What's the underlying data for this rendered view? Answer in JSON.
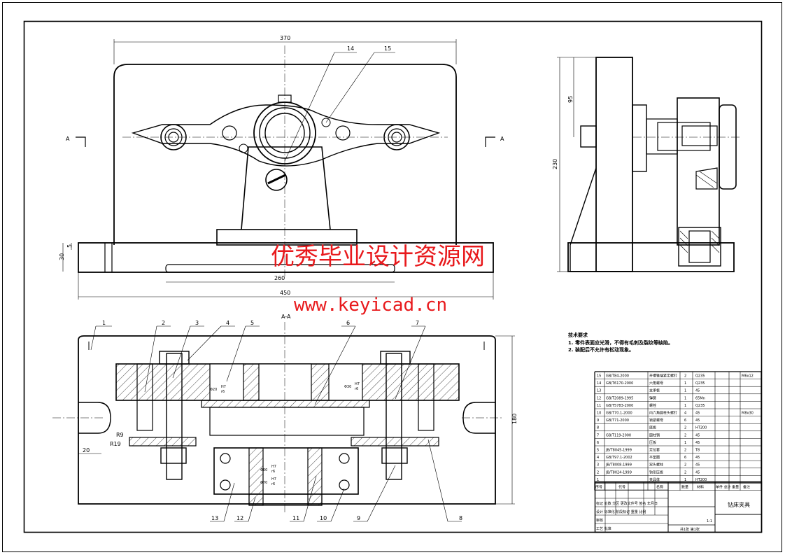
{
  "views": {
    "front": {
      "dims": {
        "overall_width": "370",
        "base_width": "450",
        "slot": "260",
        "height_a": "5",
        "height_b": "30"
      },
      "section_mark": "A"
    },
    "side": {
      "dims": {
        "height": "230",
        "upper": "95"
      }
    },
    "section": {
      "title": "A-A",
      "dims": {
        "height": "180",
        "edge": "20",
        "r_a": "R9",
        "r_b": "R19"
      },
      "fits": [
        {
          "dia": "Φ20",
          "upper": "H7",
          "lower": "r6"
        },
        {
          "dia": "Φ30",
          "upper": "H7",
          "lower": "r6"
        },
        {
          "dia": "Φ60",
          "upper": "H7",
          "lower": "r6"
        },
        {
          "dia": "Φ70",
          "upper": "H7",
          "lower": "r6"
        }
      ]
    }
  },
  "callouts": [
    "1",
    "2",
    "3",
    "4",
    "5",
    "6",
    "7",
    "8",
    "9",
    "10",
    "11",
    "12",
    "13",
    "14",
    "15"
  ],
  "watermark": {
    "line1": "优秀毕业设计资源网",
    "line2": "www.keyicad.cn"
  },
  "tech_notes": {
    "title": "技术要求",
    "lines": [
      "1. 零件表面应光滑，不得有毛刺及裂纹等缺陷。",
      "2. 装配后不允许有松动现象。"
    ]
  },
  "bom_rows": [
    {
      "no": "15",
      "code": "GB/T84-2000",
      "name": "开槽锥端紧定螺钉",
      "qty": "2",
      "mat": "Q235",
      "note": "M6x12"
    },
    {
      "no": "14",
      "code": "GB/T6170-2000",
      "name": "六角螺母",
      "qty": "1",
      "mat": "Q235",
      "note": ""
    },
    {
      "no": "13",
      "code": "",
      "name": "支承板",
      "qty": "1",
      "mat": "45",
      "note": ""
    },
    {
      "no": "12",
      "code": "GB/T2089-1995",
      "name": "弹簧",
      "qty": "1",
      "mat": "65Mn",
      "note": ""
    },
    {
      "no": "11",
      "code": "GB/T5783-2000",
      "name": "螺栓",
      "qty": "1",
      "mat": "Q235",
      "note": ""
    },
    {
      "no": "10",
      "code": "GB/T70.1-2000",
      "name": "内六角圆柱头螺钉",
      "qty": "4",
      "mat": "45",
      "note": "M8x30"
    },
    {
      "no": "9",
      "code": "GB/T71-2000",
      "name": "锁紧螺母",
      "qty": "6",
      "mat": "45",
      "note": ""
    },
    {
      "no": "8",
      "code": "",
      "name": "底板",
      "qty": "2",
      "mat": "HT200",
      "note": ""
    },
    {
      "no": "7",
      "code": "GB/T119-2000",
      "name": "圆柱销",
      "qty": "2",
      "mat": "45",
      "note": ""
    },
    {
      "no": "6",
      "code": "",
      "name": "压板",
      "qty": "1",
      "mat": "45",
      "note": ""
    },
    {
      "no": "5",
      "code": "JB/T8045-1999",
      "name": "定位套",
      "qty": "2",
      "mat": "T8",
      "note": ""
    },
    {
      "no": "4",
      "code": "GB/T97.1-2002",
      "name": "平垫圈",
      "qty": "6",
      "mat": "45",
      "note": ""
    },
    {
      "no": "3",
      "code": "JB/T8008-1999",
      "name": "双头螺柱",
      "qty": "2",
      "mat": "45",
      "note": ""
    },
    {
      "no": "2",
      "code": "JB/T8024-1999",
      "name": "钩形压板",
      "qty": "2",
      "mat": "45",
      "note": ""
    },
    {
      "no": "1",
      "code": "",
      "name": "夹具体",
      "qty": "1",
      "mat": "HT200",
      "note": ""
    }
  ],
  "bom_header": {
    "no": "序号",
    "code": "代号",
    "name": "名称",
    "qty": "数量",
    "mat": "材料",
    "weight": "单件 总计 重量",
    "note": "备注"
  },
  "title_block": {
    "drawing_name": "钻床夹具",
    "rows": [
      "标记 处数 分区 更改文件号 签名 年月日",
      "设计 标准化 阶段标记 重量 比例",
      "审核",
      "工艺 批准"
    ],
    "scale": "1:1",
    "sheets": "共1张 第1张"
  }
}
